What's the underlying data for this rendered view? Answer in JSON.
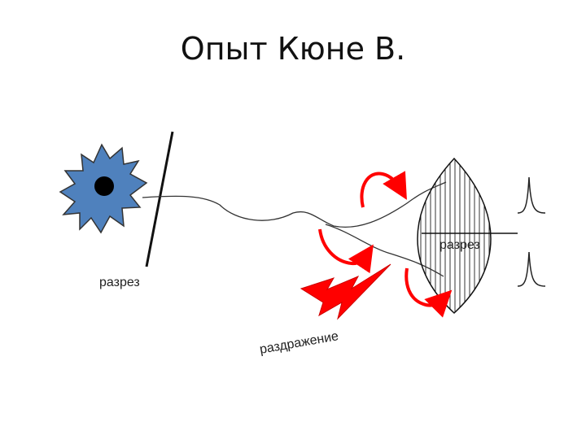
{
  "title": "Опыт Кюне В.",
  "labels": {
    "cut_left": "разрез",
    "cut_right": "разрез",
    "stimulus": "раздражение"
  },
  "colors": {
    "neuron_body": "#4f81bd",
    "nucleus": "#000000",
    "lightning": "#ff0000",
    "arrows": "#ff0000",
    "lines": "#333333"
  },
  "icons": [
    "neuron-cell-icon",
    "lightning-stimulus-icon",
    "curved-arrow-icon",
    "action-potential-icon",
    "muscle-icon"
  ]
}
